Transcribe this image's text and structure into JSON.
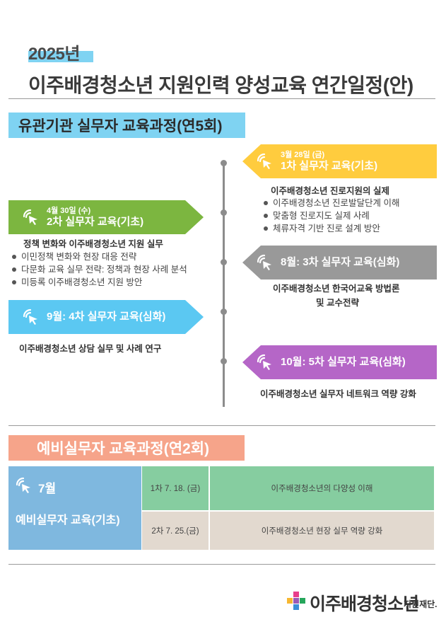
{
  "header": {
    "year": "2025년",
    "title": "이주배경청소년 지원인력 양성교육 연간일정(안)"
  },
  "section1": {
    "title": "유관기관 실무자 교육과정(연5회)",
    "sessions": [
      {
        "date": "3월 28일 (금)",
        "name": "1차 실무자 교육(기초)",
        "color": "#ffcc3e",
        "subtitle": "이주배경청소년 진로지원의 실제",
        "bullets": [
          "이주배경청소년 진로발달단계 이해",
          "맞춤형 진로지도 실제 사례",
          "체류자격 기반 진로 설계 방안"
        ]
      },
      {
        "date": "4월 30일 (수)",
        "name": "2차 실무자 교육(기초)",
        "color": "#7cb640",
        "subtitle": "정책 변화와 이주배경청소년 지원 실무",
        "bullets": [
          "이민정책 변화와 현장 대응 전략",
          "다문화 교육 실무 전략: 정책과 현장 사례 분석",
          "미등록 이주배경청소년 지원 방안"
        ]
      },
      {
        "name": "8월: 3차 실무자 교육(심화)",
        "color": "#999999",
        "subtitle_line1": "이주배경청소년 한국어교육 방법론",
        "subtitle_line2": "및 교수전략"
      },
      {
        "name": "9월: 4차 실무자 교육(심화)",
        "color": "#5bc8f2",
        "subtitle": "이주배경청소년 상담 실무 및 사례 연구"
      },
      {
        "name": "10월: 5차 실무자 교육(심화)",
        "color": "#b566c7",
        "subtitle": "이주배경청소년 실무자 네트워크 역량 강화"
      }
    ]
  },
  "section2": {
    "title": "예비실무자 교육과정(연2회)",
    "month": "7월",
    "course": "예비실무자 교육(기초)",
    "rows": [
      {
        "date": "1차 7. 18. (금)",
        "topic": "이주배경청소년의 다양성 이해",
        "color": "#86cda0"
      },
      {
        "date": "2차 7. 25.(금)",
        "topic": "이주배경청소년 현장 실무 역량 강화",
        "color": "#e2d9cf"
      }
    ]
  },
  "footer": {
    "logo_name": "이주배경청소년",
    "logo_suffix": "지원재단."
  },
  "icons": {
    "banner_icon": "cursor-click-icon",
    "logo_icon": "foundation-logo-icon"
  }
}
